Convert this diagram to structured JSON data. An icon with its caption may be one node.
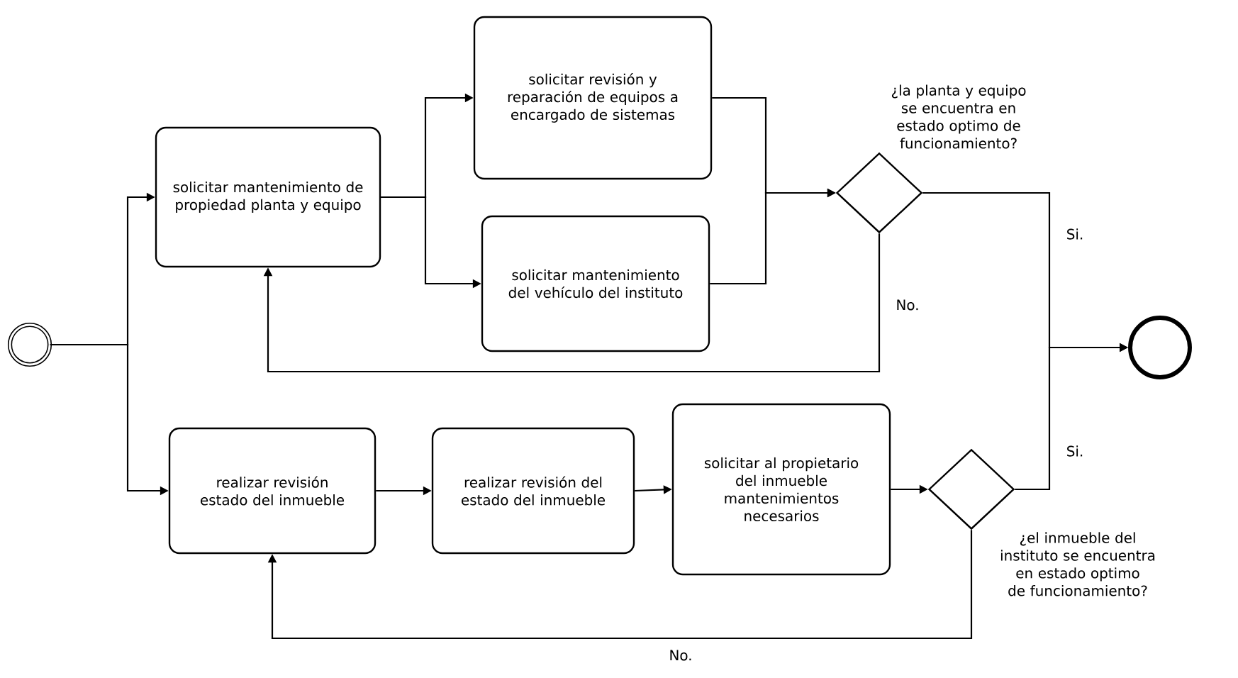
{
  "diagram": {
    "nodes": [
      {
        "text": [],
        "shape": "circle"
      },
      {
        "text": [
          "solicitar mantenimiento de propiedad planta y equipo"
        ]
      },
      {
        "text": [
          "solicitar revisión y reparación de equipos a encargado de sistemas"
        ]
      },
      {
        "text": [
          "solicitar mantenimiento del vehículo del instituto"
        ]
      },
      {
        "text": [],
        "shape": "diamond",
        "beside": [
          "¿la planta y equipo se encuentra en estado optimo de funcionamiento?"
        ]
      },
      {
        "text": [],
        "shape": "circle"
      },
      {
        "text": [
          "realizar revisión estado del inmueble"
        ]
      },
      {
        "text": [
          "realizar revisión del estado del inmueble"
        ]
      },
      {
        "text": [
          "solicitar al propietario del inmueble mantenimientos necesarios"
        ]
      },
      {
        "text": [],
        "shape": "diamond",
        "beside": [
          "¿el inmueble del instituto se encuentra en estado optimo de funcionamiento?"
        ]
      }
    ],
    "edges": [
      {
        "from": 0,
        "to": 1,
        "arrow": "to"
      },
      {
        "from": 0,
        "to": 6,
        "arrow": "to"
      },
      {
        "from": 1,
        "to": 2,
        "arrow": "to"
      },
      {
        "from": 1,
        "to": 3,
        "arrow": "to"
      },
      {
        "from": 2,
        "to": 4,
        "arrow": "to"
      },
      {
        "from": 3,
        "to": 4,
        "arrow": "to"
      },
      {
        "from": 4,
        "to": 5,
        "arrow": "to",
        "label": "Si."
      },
      {
        "from": 4,
        "to": 1,
        "arrow": "to",
        "label": "No."
      },
      {
        "from": 6,
        "to": 7,
        "arrow": "to"
      },
      {
        "from": 7,
        "to": 8,
        "arrow": "to"
      },
      {
        "from": 8,
        "to": 9,
        "arrow": "to"
      },
      {
        "from": 9,
        "to": 5,
        "arrow": "to",
        "label": "Si."
      },
      {
        "from": 9,
        "to": 6,
        "arrow": "to",
        "label": "No."
      }
    ]
  }
}
